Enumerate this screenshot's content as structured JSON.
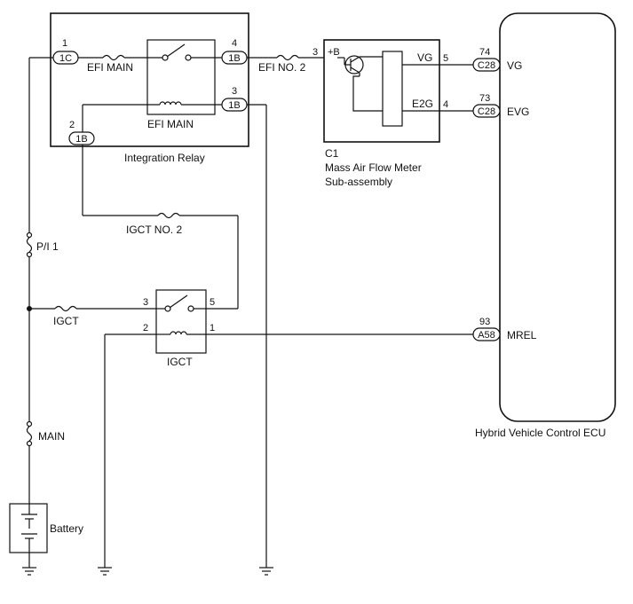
{
  "integration_relay": {
    "title": "Integration Relay",
    "pins": {
      "p1": "1",
      "p4": "4",
      "p3": "3",
      "p2": "2"
    },
    "connectors": {
      "c1c": "1C",
      "c1b_top": "1B",
      "c1b_mid": "1B",
      "c1b_left": "1B"
    },
    "efi_main_fuse": "EFI MAIN",
    "efi_main_relay": "EFI MAIN"
  },
  "fuses": {
    "efi_no2": "EFI NO. 2",
    "igct_no2": "IGCT NO. 2",
    "pi1": "P/I 1",
    "igct": "IGCT",
    "main": "MAIN"
  },
  "maf_meter": {
    "pin_b": "3",
    "b_label": "+B",
    "vg_label": "VG",
    "vg_pin": "5",
    "e2g_label": "E2G",
    "e2g_pin": "4",
    "id": "C1",
    "name_line1": "Mass Air Flow Meter",
    "name_line2": "Sub-assembly"
  },
  "igct_relay": {
    "label": "IGCT",
    "pin3": "3",
    "pin5": "5",
    "pin2": "2",
    "pin1": "1"
  },
  "ecu": {
    "name": "Hybrid Vehicle Control ECU",
    "terminals": [
      {
        "pin": "74",
        "connector": "C28",
        "signal": "VG"
      },
      {
        "pin": "73",
        "connector": "C28",
        "signal": "EVG"
      },
      {
        "pin": "93",
        "connector": "A58",
        "signal": "MREL"
      }
    ]
  },
  "battery": {
    "label": "Battery"
  }
}
